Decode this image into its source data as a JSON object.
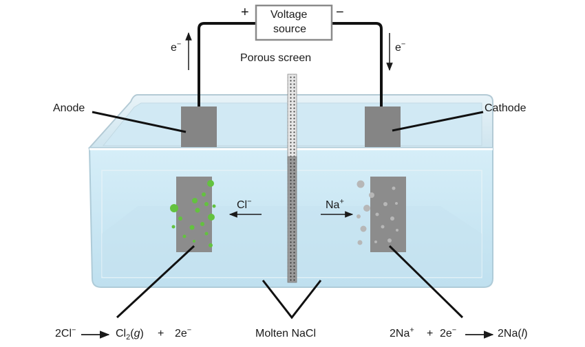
{
  "diagram": {
    "voltage_source": {
      "line1": "Voltage",
      "line2": "source",
      "plus": "+",
      "minus": "−"
    },
    "electron_left": {
      "base": "e",
      "sup": "−"
    },
    "electron_right": {
      "base": "e",
      "sup": "−"
    },
    "porous_screen": "Porous screen",
    "anode": "Anode",
    "cathode": "Cathode",
    "chloride_ion": {
      "base": "Cl",
      "sup": "−"
    },
    "sodium_ion": {
      "base": "Na",
      "sup": "+"
    },
    "molten_label": "Molten NaCl",
    "anode_equation": {
      "coef": "2Cl",
      "coef_sup": "−",
      "product_base": "Cl",
      "product_sub": "2",
      "state_open": "(",
      "state": "g",
      "state_close": ")",
      "plus": "+",
      "electrons": "2e",
      "electrons_sup": "−"
    },
    "cathode_equation": {
      "reactant": "2Na",
      "reactant_sup": "+",
      "plus": "+",
      "electrons": "2e",
      "electrons_sup": "−",
      "product": "2Na",
      "state_open": "(",
      "state": "l",
      "state_close": ")"
    },
    "colors": {
      "electrolyte": "#c9e6f3",
      "container_edge": "#b9cfd9",
      "electrode": "#8c8c8c",
      "chlorine_bubble": "#63c23f",
      "sodium_bubble": "#b5b5b5",
      "screen": "#7a7a7a"
    }
  }
}
